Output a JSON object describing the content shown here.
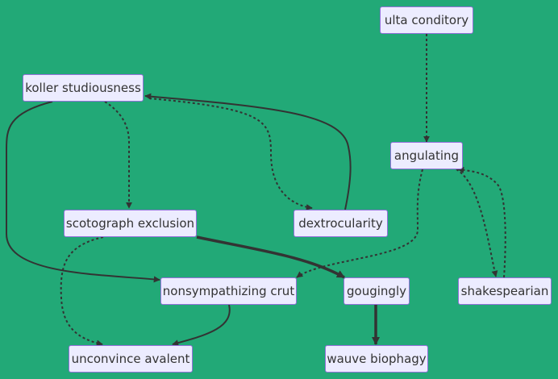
{
  "nodes": [
    {
      "id": "ulta",
      "label": "ulta conditory"
    },
    {
      "id": "koller",
      "label": "koller studiousness"
    },
    {
      "id": "angulating",
      "label": "angulating"
    },
    {
      "id": "scotograph",
      "label": "scotograph exclusion"
    },
    {
      "id": "dextro",
      "label": "dextrocularity"
    },
    {
      "id": "nonsym",
      "label": "nonsympathizing crut"
    },
    {
      "id": "gougingly",
      "label": "gougingly"
    },
    {
      "id": "shakespearian",
      "label": "shakespearian"
    },
    {
      "id": "unconvince",
      "label": "unconvince avalent"
    },
    {
      "id": "wauve",
      "label": "wauve biophagy"
    }
  ],
  "edges": [
    {
      "from": "ulta",
      "to": "angulating",
      "style": "dotted"
    },
    {
      "from": "koller",
      "to": "scotograph",
      "style": "dotted"
    },
    {
      "from": "koller",
      "to": "dextro",
      "style": "dotted"
    },
    {
      "from": "dextro",
      "to": "koller",
      "style": "solid"
    },
    {
      "from": "koller",
      "to": "nonsym",
      "style": "solid"
    },
    {
      "from": "scotograph",
      "to": "gougingly",
      "style": "thick"
    },
    {
      "from": "scotograph",
      "to": "unconvince",
      "style": "dotted"
    },
    {
      "from": "angulating",
      "to": "nonsym",
      "style": "dotted"
    },
    {
      "from": "angulating",
      "to": "shakespearian",
      "style": "dotted"
    },
    {
      "from": "shakespearian",
      "to": "angulating",
      "style": "dotted"
    },
    {
      "from": "nonsym",
      "to": "unconvince",
      "style": "solid"
    },
    {
      "from": "gougingly",
      "to": "wauve",
      "style": "thick"
    }
  ]
}
